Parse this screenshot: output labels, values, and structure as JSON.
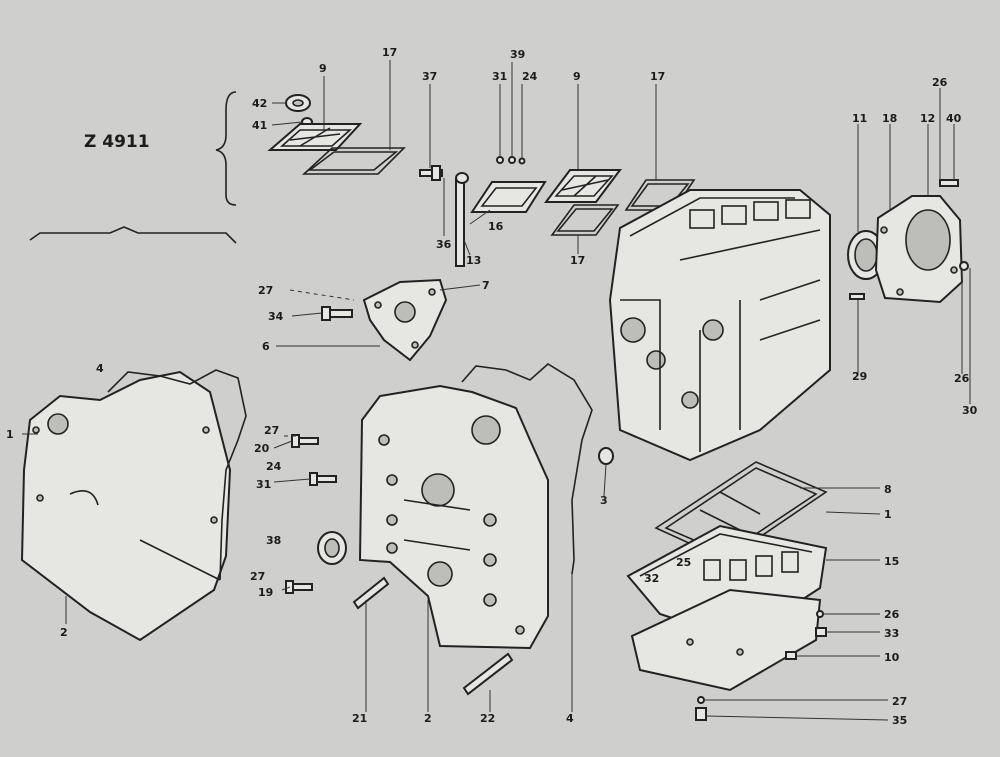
{
  "diagram": {
    "title": "Z 4911",
    "callouts": {
      "c42": "42",
      "c41": "41",
      "c9a": "9",
      "c17a": "17",
      "c37": "37",
      "c31a": "31",
      "c39": "39",
      "c24a": "24",
      "c9b": "9",
      "c17b": "17",
      "c16": "16",
      "c17c": "17",
      "c36": "36",
      "c13": "13",
      "c11": "11",
      "c18": "18",
      "c12": "12",
      "c40": "40",
      "c26a": "26",
      "c27a": "27",
      "c34": "34",
      "c6": "6",
      "c7": "7",
      "c29": "29",
      "c26b": "26",
      "c30": "30",
      "c4a": "4",
      "c1a": "1",
      "c27b": "27",
      "c20": "20",
      "c24b": "24",
      "c31b": "31",
      "c3": "3",
      "c8": "8",
      "c1b": "1",
      "c38": "38",
      "c15": "15",
      "c25": "25",
      "c32": "32",
      "c27c": "27",
      "c19": "19",
      "c26c": "26",
      "c33": "33",
      "c2a": "2",
      "c10": "10",
      "c27d": "27",
      "c35": "35",
      "c21": "21",
      "c2b": "2",
      "c22": "22",
      "c4b": "4"
    }
  }
}
